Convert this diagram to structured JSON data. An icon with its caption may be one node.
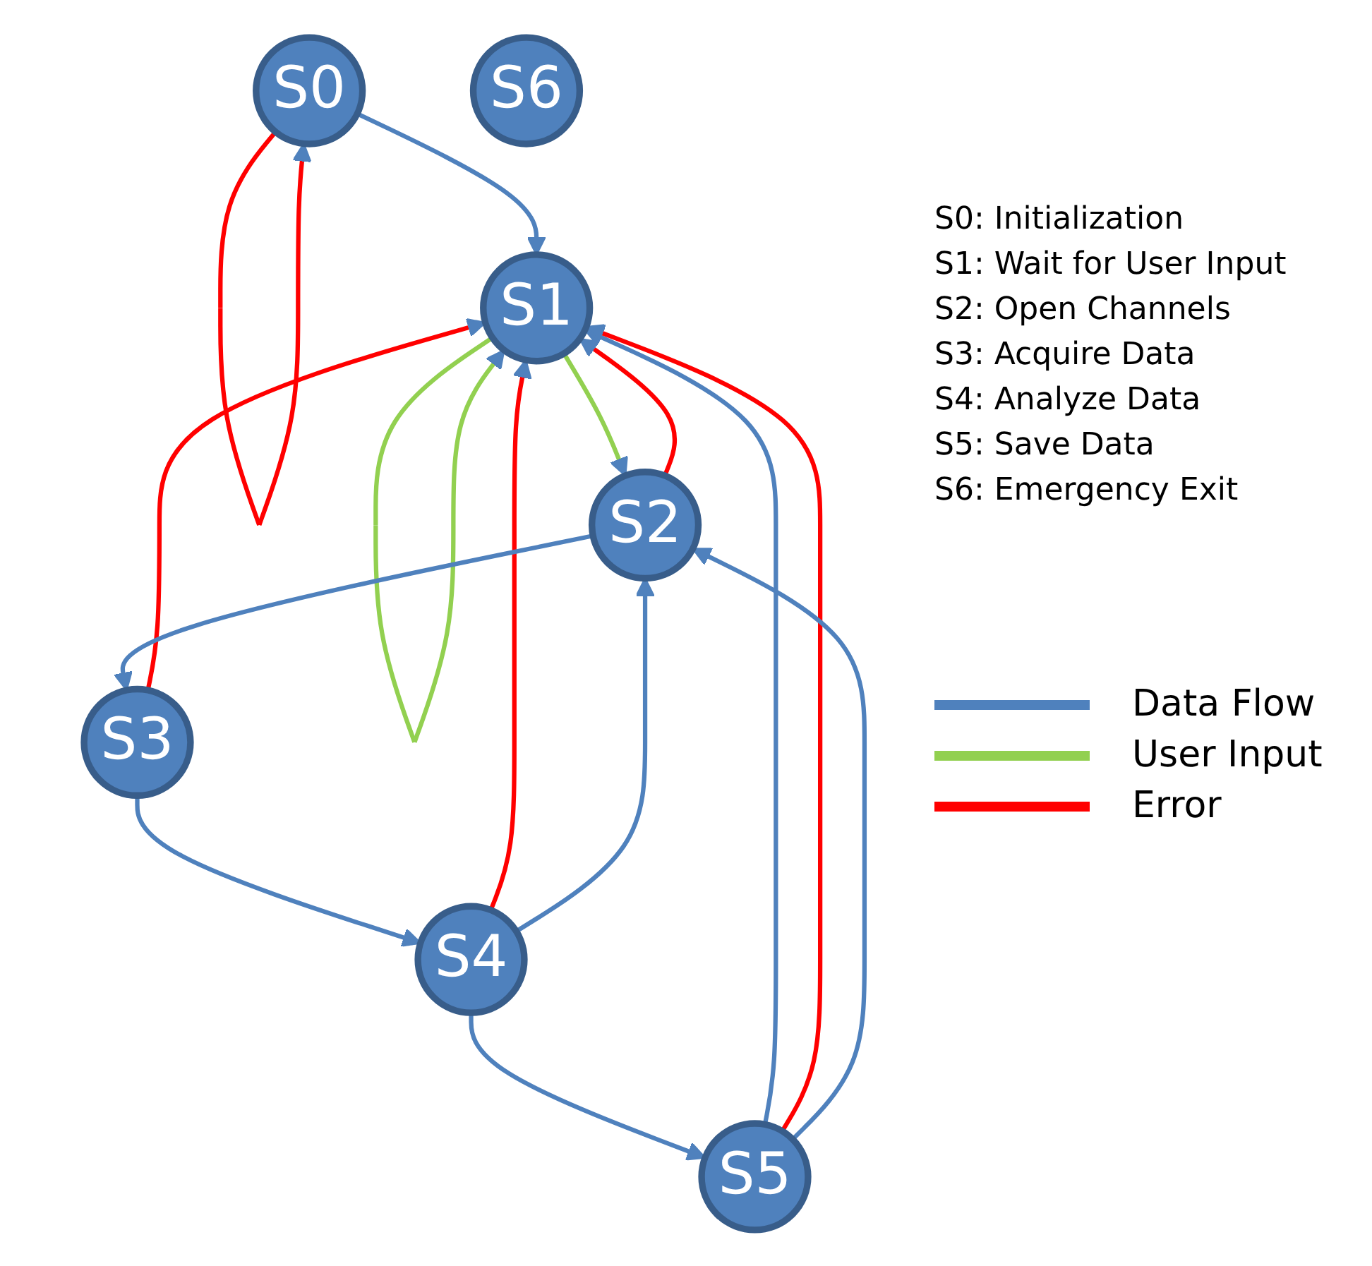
{
  "diagram": {
    "nodes": [
      {
        "text": [
          "S0"
        ]
      },
      {
        "text": [
          "S1"
        ]
      },
      {
        "text": [
          "S2"
        ]
      },
      {
        "text": [
          "S3"
        ]
      },
      {
        "text": [
          "S4"
        ]
      },
      {
        "text": [
          "S5"
        ]
      },
      {
        "text": [
          "S6"
        ]
      }
    ],
    "edges": [
      {
        "from": 0,
        "to": 0,
        "arrow": "to",
        "color": "#ff0000"
      },
      {
        "from": 0,
        "to": 1,
        "arrow": "to"
      },
      {
        "from": 1,
        "to": 1,
        "arrow": "to",
        "color": "#92d050"
      },
      {
        "from": 1,
        "to": 2,
        "arrow": "to",
        "color": "#92d050"
      },
      {
        "from": 5,
        "to": 1,
        "arrow": "to"
      },
      {
        "from": 5,
        "to": 1,
        "arrow": "to",
        "color": "#ff0000"
      },
      {
        "from": 2,
        "to": 1,
        "arrow": "to",
        "color": "#ff0000"
      },
      {
        "from": 4,
        "to": 1,
        "arrow": "to",
        "color": "#ff0000"
      },
      {
        "from": 3,
        "to": 1,
        "arrow": "to",
        "color": "#ff0000"
      },
      {
        "from": 5,
        "to": 2,
        "arrow": "to"
      },
      {
        "from": 4,
        "to": 2,
        "arrow": "to"
      },
      {
        "from": 2,
        "to": 3,
        "arrow": "to"
      },
      {
        "from": 3,
        "to": 4,
        "arrow": "to"
      },
      {
        "from": 4,
        "to": 5,
        "arrow": "to"
      }
    ],
    "labels": [
      "S0: Initialization",
      "S1: Wait for User Input",
      "S2: Open Channels",
      "S3: Acquire Data",
      "S4: Analyze Data",
      "S5: Save Data",
      "S6: Emergency Exit"
    ],
    "legend": [
      {
        "text": "Data Flow",
        "color": "#4f81bd"
      },
      {
        "text": "User Input",
        "color": "#92d050"
      },
      {
        "text": "Error",
        "color": "#ff0000"
      }
    ]
  }
}
